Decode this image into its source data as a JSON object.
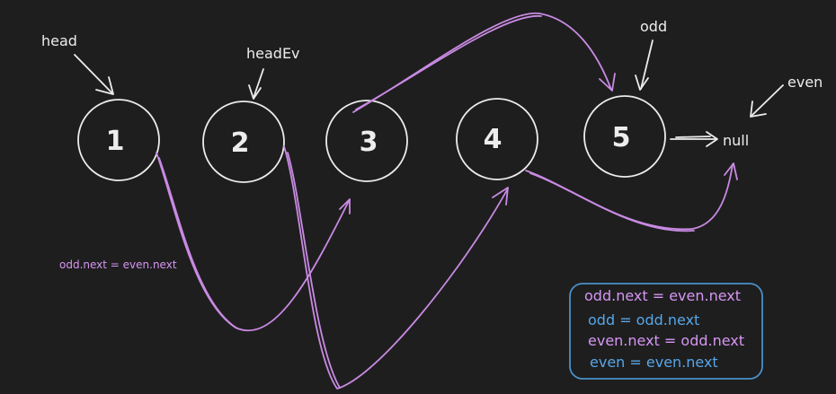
{
  "nodes": [
    {
      "label": "1"
    },
    {
      "label": "2"
    },
    {
      "label": "3"
    },
    {
      "label": "4"
    },
    {
      "label": "5"
    }
  ],
  "null_label": "null",
  "pointers": {
    "head": "head",
    "head_even": "headEv",
    "odd": "odd",
    "even": "even"
  },
  "annotation": "odd.next = even.next",
  "legend": {
    "lines": [
      {
        "text": "odd.next = even.next",
        "color": "#d696f2"
      },
      {
        "text": "odd = odd.next",
        "color": "#58a6e6"
      },
      {
        "text": "even.next = odd.next",
        "color": "#d696f2"
      },
      {
        "text": "even = even.next",
        "color": "#58a6e6"
      }
    ],
    "border_color": "#4a90c8"
  },
  "colors": {
    "background": "#1e1e1f",
    "node_stroke": "#ececec",
    "arrow_pink": "#c98ae2"
  }
}
